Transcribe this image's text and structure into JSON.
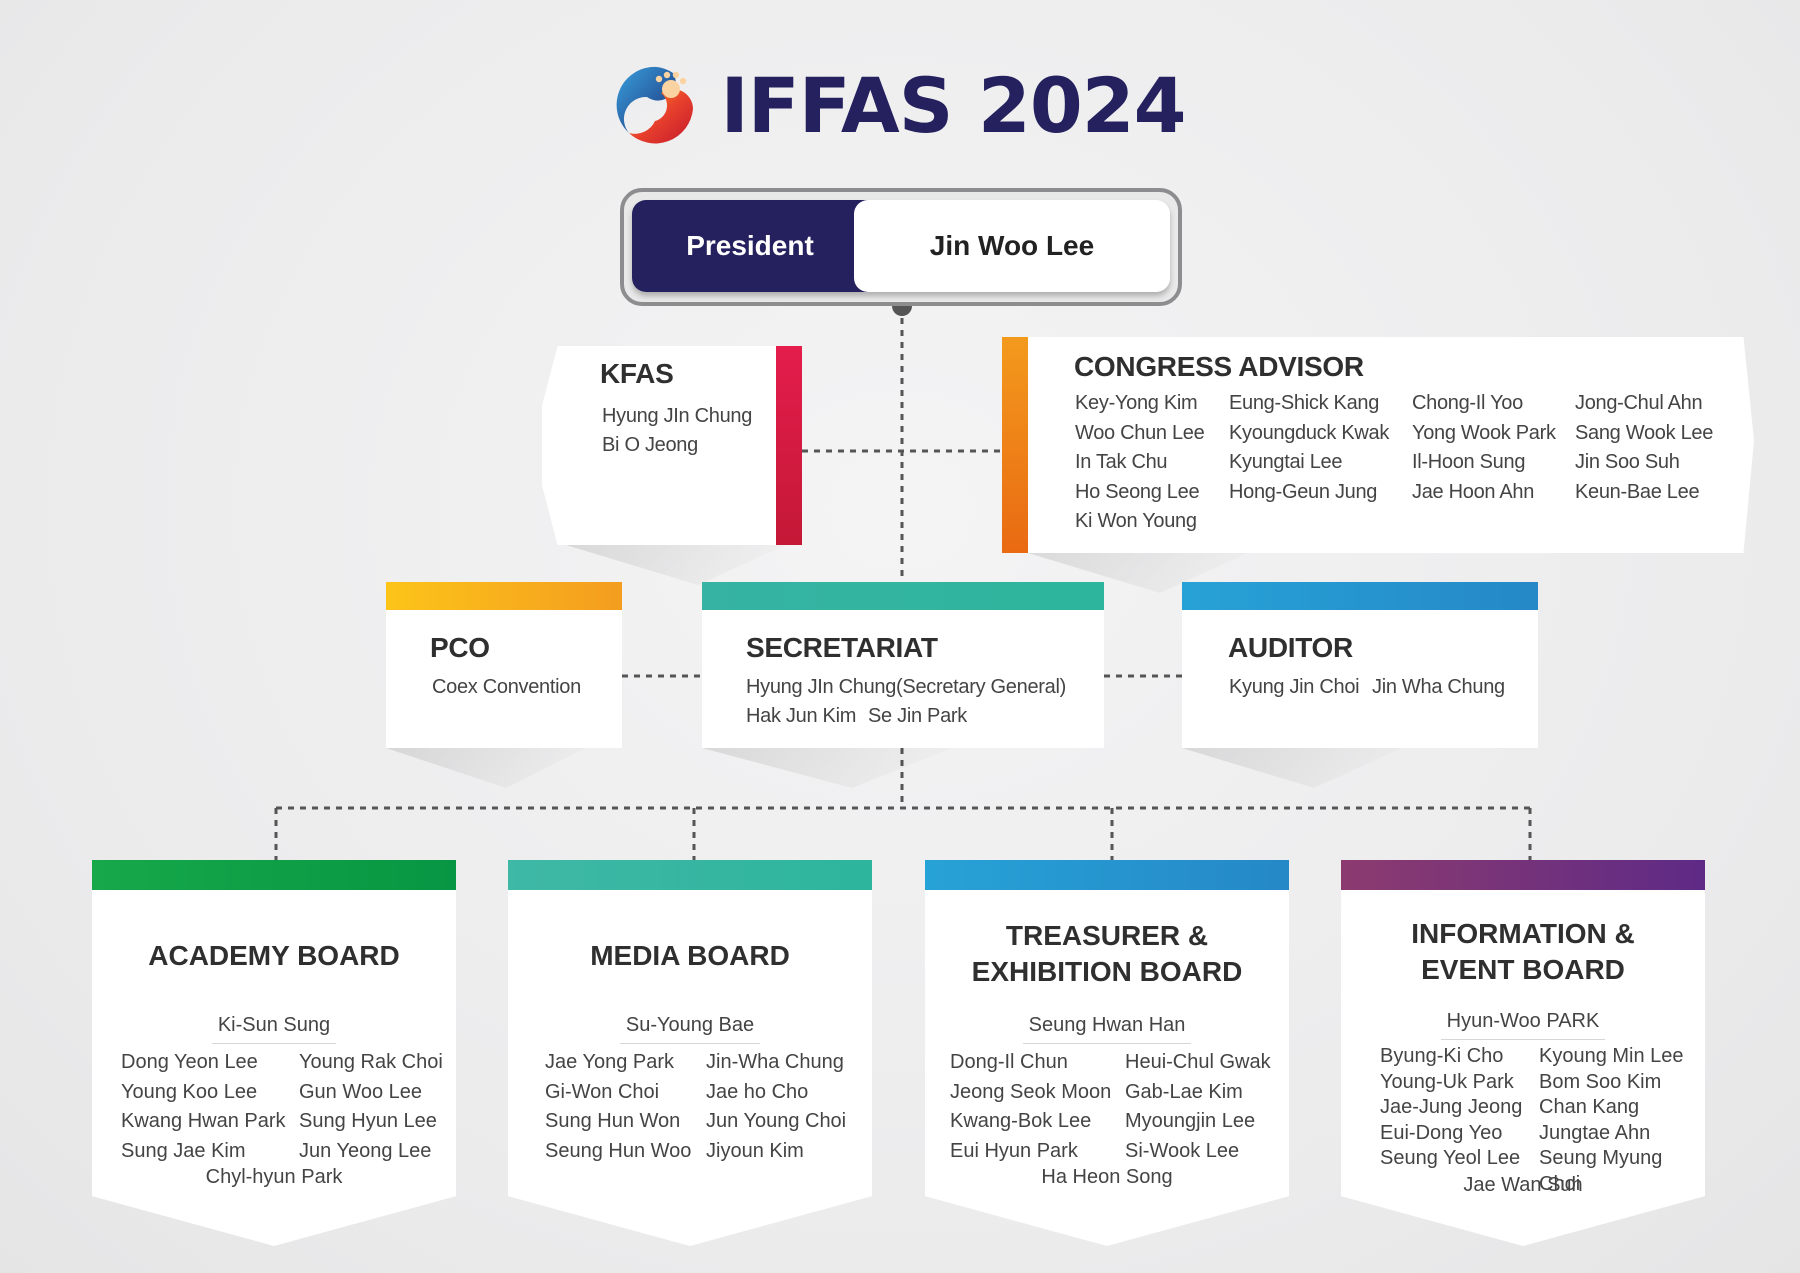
{
  "header": {
    "title": "IFFAS 2024"
  },
  "president": {
    "role": "President",
    "name": "Jin Woo Lee"
  },
  "kfas": {
    "title": "KFAS",
    "members": [
      "Hyung JIn Chung",
      "Bi O Jeong"
    ]
  },
  "advisor": {
    "title": "CONGRESS ADVISOR",
    "columns": [
      [
        "Key-Yong Kim",
        "Woo Chun Lee",
        "In Tak Chu",
        "Ho Seong Lee",
        "Ki Won Young"
      ],
      [
        "Eung-Shick Kang",
        "Kyoungduck Kwak",
        "Kyungtai Lee",
        "Hong-Geun Jung"
      ],
      [
        "Chong-Il Yoo",
        "Yong Wook Park",
        "Il-Hoon Sung",
        "Jae Hoon Ahn"
      ],
      [
        "Jong-Chul Ahn",
        "Sang Wook Lee",
        "Jin Soo Suh",
        "Keun-Bae Lee"
      ]
    ]
  },
  "pco": {
    "title": "PCO",
    "members": [
      "Coex Convention"
    ]
  },
  "secretariat": {
    "title": "SECRETARIAT",
    "line1": "Hyung JIn Chung(Secretary General)",
    "line2a": "Hak Jun Kim",
    "line2b": "Se Jin Park"
  },
  "auditor": {
    "title": "AUDITOR",
    "members": [
      "Kyung Jin Choi",
      "Jin Wha Chung"
    ]
  },
  "boards": [
    {
      "title1": "ACADEMY BOARD",
      "title2": "",
      "chair": "Ki-Sun Sung",
      "left": [
        "Dong Yeon Lee",
        "Young Koo Lee",
        "Kwang Hwan Park",
        "Sung Jae Kim"
      ],
      "right": [
        "Young Rak Choi",
        "Gun Woo Lee",
        "Sung Hyun Lee",
        "Jun Yeong Lee"
      ],
      "last": "Chyl-hyun Park"
    },
    {
      "title1": "MEDIA BOARD",
      "title2": "",
      "chair": "Su-Young Bae",
      "left": [
        "Jae Yong Park",
        "Gi-Won Choi",
        "Sung Hun Won",
        "Seung Hun Woo"
      ],
      "right": [
        "Jin-Wha Chung",
        "Jae ho Cho",
        "Jun Young Choi",
        "Jiyoun Kim"
      ],
      "last": ""
    },
    {
      "title1": "TREASURER &",
      "title2": "EXHIBITION BOARD",
      "chair": "Seung Hwan Han",
      "left": [
        "Dong-Il Chun",
        "Jeong Seok Moon",
        "Kwang-Bok Lee",
        "Eui Hyun Park"
      ],
      "right": [
        "Heui-Chul Gwak",
        "Gab-Lae Kim",
        "Myoungjin Lee",
        "Si-Wook Lee"
      ],
      "last": "Ha Heon Song"
    },
    {
      "title1": "INFORMATION &",
      "title2": "EVENT BOARD",
      "chair": "Hyun-Woo PARK",
      "left": [
        "Byung-Ki Cho",
        "Young-Uk Park",
        "Jae-Jung Jeong",
        "Eui-Dong Yeo",
        "Seung Yeol Lee"
      ],
      "right": [
        "Kyoung Min Lee",
        "Bom Soo Kim",
        "Chan Kang",
        "Jungtae Ahn",
        "Seung Myung Choi"
      ],
      "last": "Jae Wan Suh"
    }
  ]
}
